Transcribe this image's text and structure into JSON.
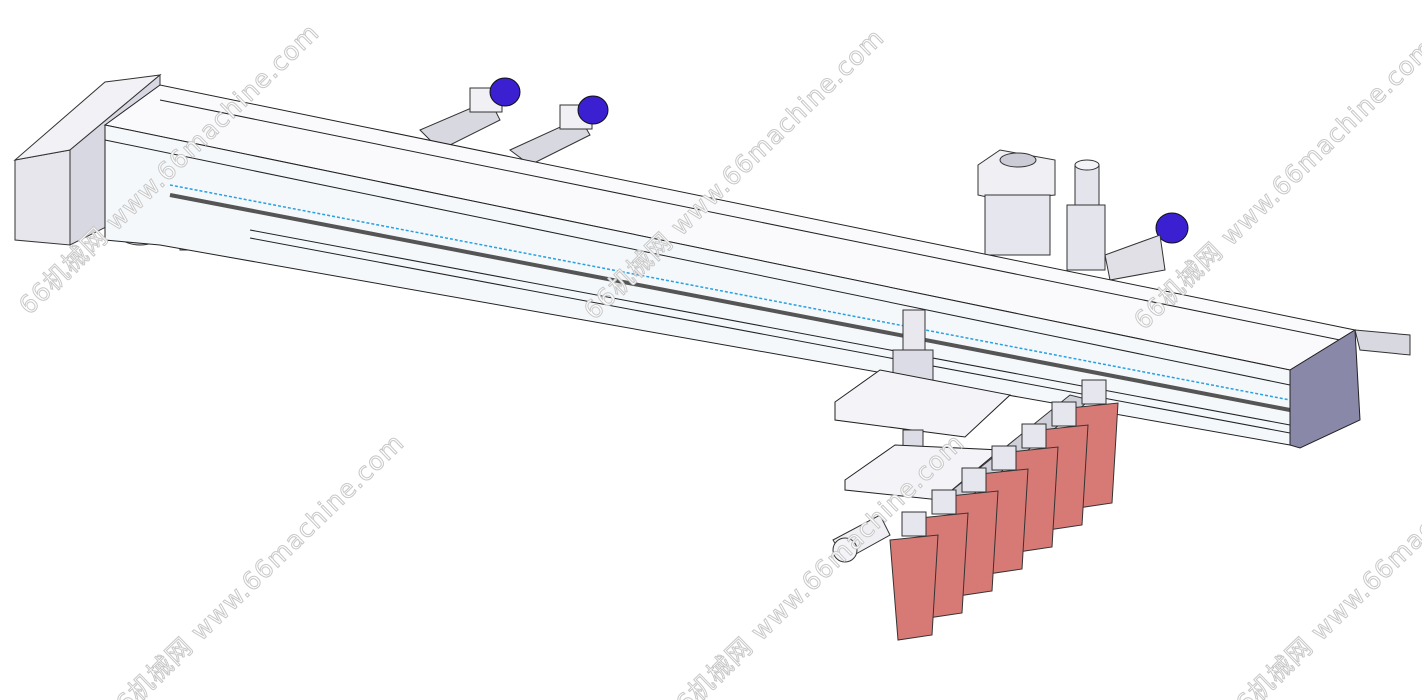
{
  "watermark": {
    "text": "66机械网 www.66machine.com"
  },
  "colors": {
    "frame": "#e4e4ea",
    "frame_shade": "#9a9aa8",
    "motor": "#3a20d0",
    "gripper_pad": "#d77a76",
    "accent_line": "#2aa0e0"
  },
  "components": {
    "gripper_pad_count": 7,
    "motor_count": 3
  }
}
